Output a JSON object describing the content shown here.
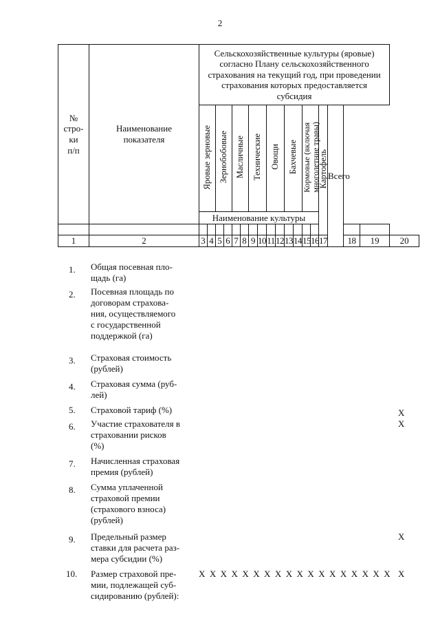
{
  "page_number": "2",
  "header": {
    "rownum_label": "№\nстро-\nки\nп/п",
    "indicator_label": "Наименование\nпоказателя",
    "group_title": "Сельскохозяйственные культуры (яровые) согласно Плану сельскохозяйственного страхования на текущий год, при проведении страхования которых предоставляется субсидия",
    "culture_groups": [
      "Яровые зерновые",
      "Зернобобовые",
      "Масличные",
      "Технические",
      "Овощи",
      "Бахчевые",
      "Кормовые (включая\nмноголетние травы)",
      "Картофель"
    ],
    "total_label": "Всего",
    "culture_name_label": "Наименование культуры",
    "column_numbers": [
      "1",
      "2",
      "3",
      "4",
      "5",
      "6",
      "7",
      "8",
      "9",
      "10",
      "11",
      "12",
      "13",
      "14",
      "15",
      "16",
      "17",
      "18",
      "19",
      "20"
    ]
  },
  "rows": [
    {
      "num": "1.",
      "label": "Общая посевная пло-\nщадь (га)",
      "xs": "",
      "total": ""
    },
    {
      "num": "2.",
      "label": "Посевная площадь по\nдоговорам страхова-\nния, осуществляемого\nс государственной\nподдержкой (га)",
      "xs": "",
      "total": ""
    },
    {
      "num": "3.",
      "label": "Страховая стоимость\n(рублей)",
      "xs": "",
      "total": ""
    },
    {
      "num": "4.",
      "label": "Страховая сумма (руб-\nлей)",
      "xs": "",
      "total": ""
    },
    {
      "num": "5.",
      "label": "Страховой тариф (%)",
      "xs": "",
      "total": "X"
    },
    {
      "num": "6.",
      "label": "Участие страхователя в\nстраховании рисков\n(%)",
      "xs": "",
      "total": "X"
    },
    {
      "num": "7.",
      "label": "Начисленная страховая\nпремия (рублей)",
      "xs": "",
      "total": ""
    },
    {
      "num": "8.",
      "label": "Сумма уплаченной\nстраховой премии\n(страхового взноса)\n(рублей)",
      "xs": "",
      "total": ""
    },
    {
      "num": "9.",
      "label": "Предельный размер\nставки для расчета раз-\nмера субсидии (%)",
      "xs": "",
      "total": "X"
    },
    {
      "num": "10.",
      "label": "Размер страховой пре-\nмии, подлежащей суб-\nсидированию (рублей):",
      "xs": "X X X  X  X X X X X X X X X X X X  X   X",
      "total": "X"
    }
  ]
}
